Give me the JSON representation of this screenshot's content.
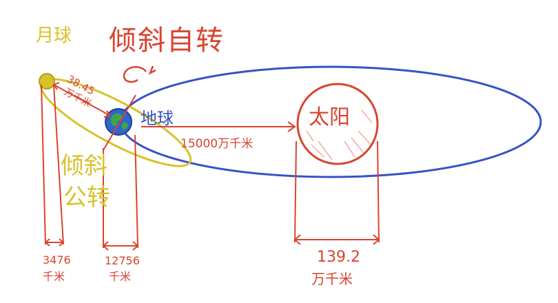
{
  "labels": {
    "moon": "月球",
    "tilted_rotation": "倾斜自转",
    "earth": "地球",
    "sun": "太阳",
    "tilted_revolution_line1": "倾斜",
    "tilted_revolution_line2": "公转",
    "earth_moon_distance_value": "38.45",
    "earth_moon_distance_unit": "万千米",
    "earth_sun_distance": "15000万千米",
    "moon_diameter_value": "3476",
    "moon_diameter_unit": "千米",
    "earth_diameter_value": "12756",
    "earth_diameter_unit": "千米",
    "sun_diameter_value": "139.2",
    "sun_diameter_unit": "万千米"
  },
  "colors": {
    "red": "#d9432f",
    "yellow": "#d8c22a",
    "blue": "#3552c4",
    "earth_ocean": "#2f66c9",
    "earth_land": "#3fa64a"
  },
  "icons": {
    "rotation_arrow": "curved-arrow-icon"
  }
}
